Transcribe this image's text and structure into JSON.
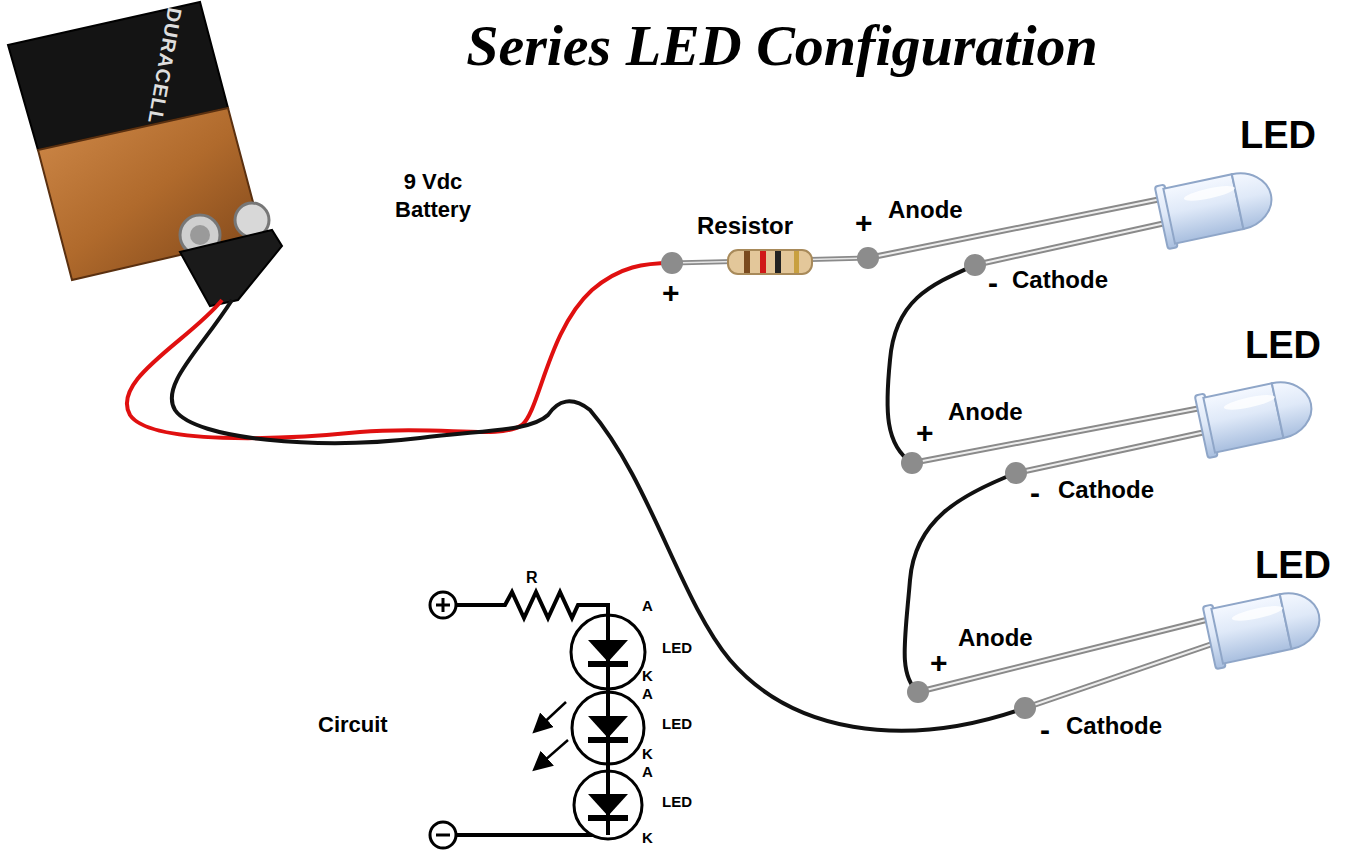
{
  "diagram": {
    "title": "Series LED Configuration",
    "labels": [
      "DURACELL",
      "9 Vdc Battery",
      "Resistor",
      "+",
      "+",
      "Anode",
      "-",
      "Cathode",
      "LED",
      "+",
      "Anode",
      "-",
      "Cathode",
      "LED",
      "+",
      "Anode",
      "-",
      "Cathode",
      "LED",
      "R",
      "A",
      "LED",
      "K",
      "A",
      "LED",
      "K",
      "A",
      "LED",
      "K",
      "Circuit"
    ]
  }
}
